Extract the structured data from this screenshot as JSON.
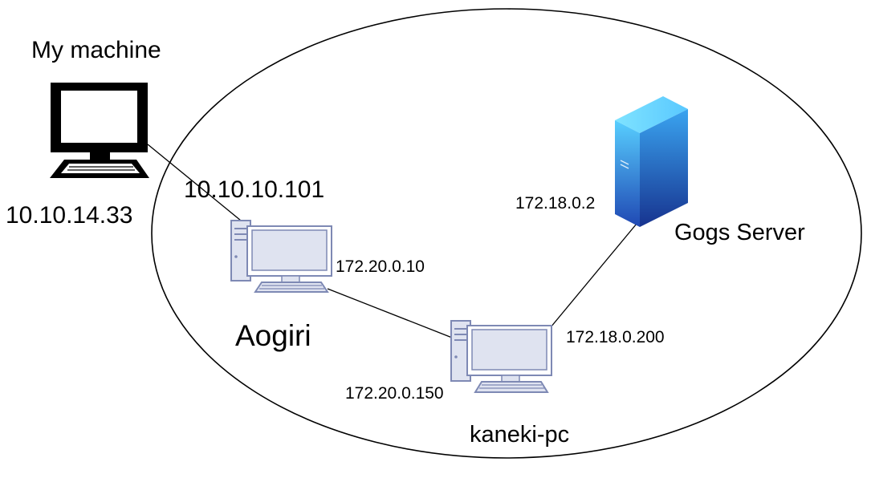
{
  "nodes": {
    "my_machine": {
      "title": "My machine",
      "ip": "10.10.14.33",
      "icon": "monitor-icon"
    },
    "aogiri": {
      "name": "Aogiri",
      "ip_outer": "10.10.10.101",
      "ip_inner": "172.20.0.10",
      "icon": "desktop-computer-icon"
    },
    "kaneki_pc": {
      "name": "kaneki-pc",
      "ip_left": "172.20.0.150",
      "ip_right": "172.18.0.200",
      "icon": "desktop-computer-icon"
    },
    "gogs_server": {
      "name": "Gogs Server",
      "ip": "172.18.0.2",
      "icon": "server-tower-icon"
    }
  },
  "colors": {
    "line": "#000000",
    "pc_fill": "#dfe3f0",
    "pc_stroke": "#7e89b4",
    "server_light": "#5ad2ff",
    "server_dark": "#1c3fa8"
  }
}
